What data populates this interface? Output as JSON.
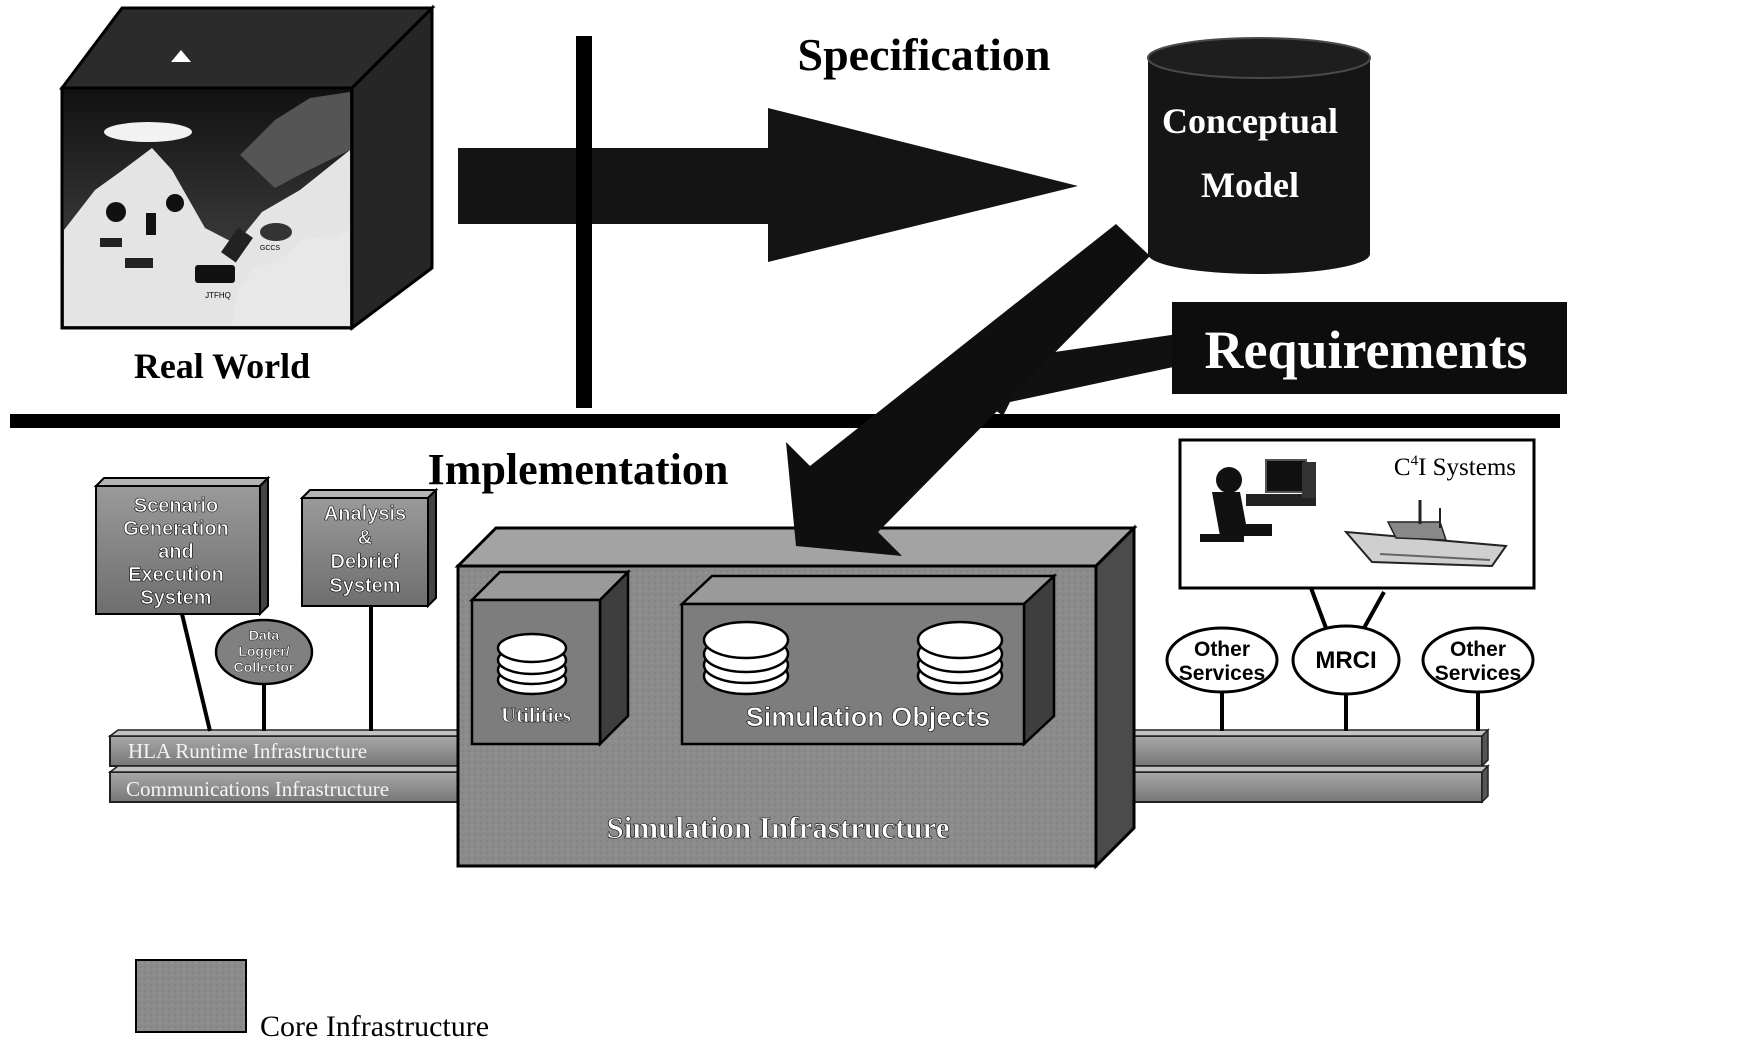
{
  "top": {
    "specification": "Specification",
    "conceptual_line1": "Conceptual",
    "conceptual_line2": "Model",
    "requirements": "Requirements",
    "real_world": "Real World",
    "jtfhq": "JTFHQ",
    "gccs": "GCCS"
  },
  "bottom": {
    "implementation": "Implementation",
    "scenario": [
      "Scenario",
      "Generation",
      "and",
      "Execution",
      "System"
    ],
    "analysis": [
      "Analysis",
      "&",
      "Debrief",
      "System"
    ],
    "data_logger": [
      "Data",
      "Logger/",
      "Collector"
    ],
    "utilities": "Utilities",
    "simulation_objects": "Simulation Objects",
    "simulation_infrastructure": "Simulation Infrastructure",
    "hla_rti": "HLA Runtime Infrastructure",
    "comm_infra": "Communications Infrastructure",
    "c4i_prefix": "C",
    "c4i_sup": "4",
    "c4i_suffix": "I Systems",
    "other_services_left": [
      "Other",
      "Services"
    ],
    "mrci": "MRCI",
    "other_services_right": [
      "Other",
      "Services"
    ],
    "legend": "Core Infrastructure"
  }
}
